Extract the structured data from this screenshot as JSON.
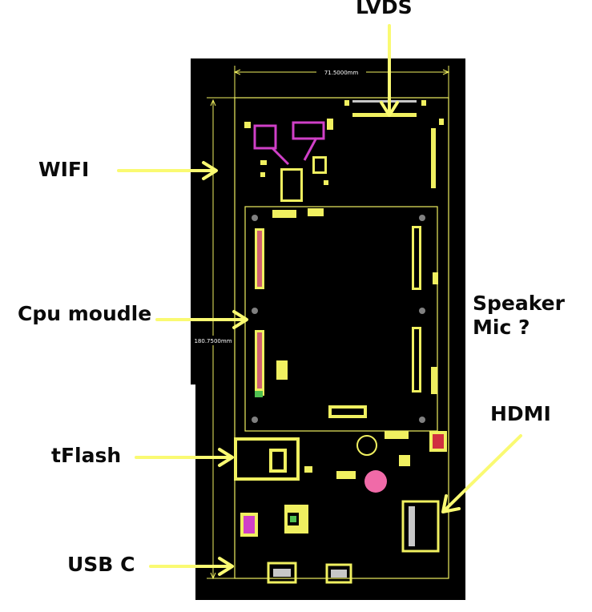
{
  "labels": {
    "lvds": "LVDS",
    "wifi": "WIFI",
    "cpu_module": "Cpu moudle",
    "speaker_mic": "Speaker\nMic ?",
    "hdmi": "HDMI",
    "tflash": "tFlash",
    "usb_c": "USB C"
  },
  "dimensions": {
    "width": "71.5000mm",
    "height": "180.7500mm"
  },
  "colors": {
    "board": "#000000",
    "outline": "#f0f060",
    "arrow": "#fafa72",
    "magenta": "#d040c8",
    "pink": "#f06aa8"
  }
}
